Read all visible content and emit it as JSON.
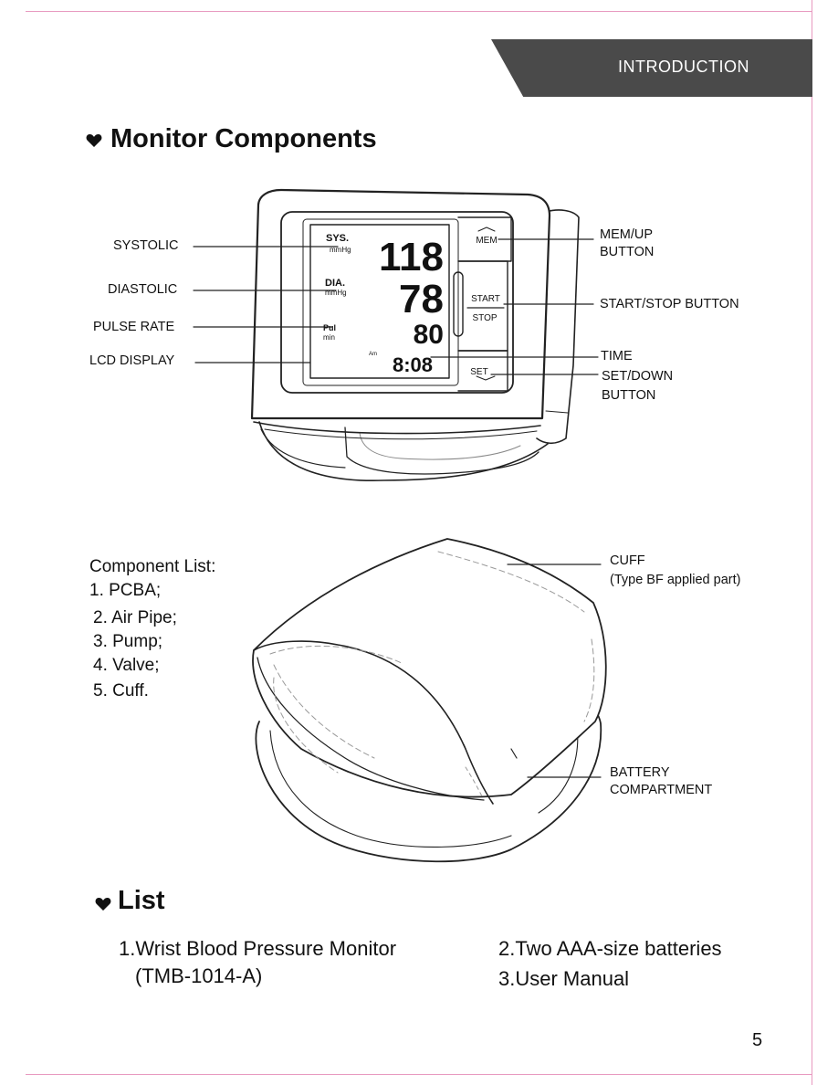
{
  "header": {
    "tab_label": "INTRODUCTION"
  },
  "section1": {
    "title": "Monitor Components"
  },
  "device": {
    "lcd": {
      "sys_label": "SYS.",
      "dia_label": "DIA.",
      "unit": "mmHg",
      "pul_label": "Pul",
      "pul_unit": "min",
      "am": "Am",
      "systolic": "118",
      "diastolic": "78",
      "pulse": "80",
      "time": "8:08"
    },
    "buttons": {
      "mem": "MEM",
      "start": "START",
      "stop": "STOP",
      "set": "SET"
    }
  },
  "labels": {
    "systolic": "SYSTOLIC",
    "diastolic": "DIASTOLIC",
    "pulse_rate": "PULSE RATE",
    "lcd_display": "LCD DISPLAY",
    "mem_up_1": "MEM/UP",
    "mem_up_2": "BUTTON",
    "start_stop": "START/STOP BUTTON",
    "time": "TIME",
    "set_down_1": "SET/DOWN",
    "set_down_2": "BUTTON",
    "cuff_1": "CUFF",
    "cuff_2": "(Type BF applied part)",
    "battery_1": "BATTERY",
    "battery_2": "COMPARTMENT"
  },
  "component_list": {
    "title": "Component List:",
    "items": [
      "1. PCBA;",
      "2. Air Pipe;",
      "3. Pump;",
      "4. Valve;",
      "5. Cuff."
    ]
  },
  "section2": {
    "title": "List"
  },
  "package_list": {
    "item1_line1": "1.Wrist Blood Pressure Monitor",
    "item1_line2": "(TMB-1014-A)",
    "item2": "2.Two AAA-size batteries",
    "item3": "3.User Manual"
  },
  "page_number": "5",
  "colors": {
    "tab_bg": "#4a4a4a",
    "border_pink": "#e89ac0"
  }
}
